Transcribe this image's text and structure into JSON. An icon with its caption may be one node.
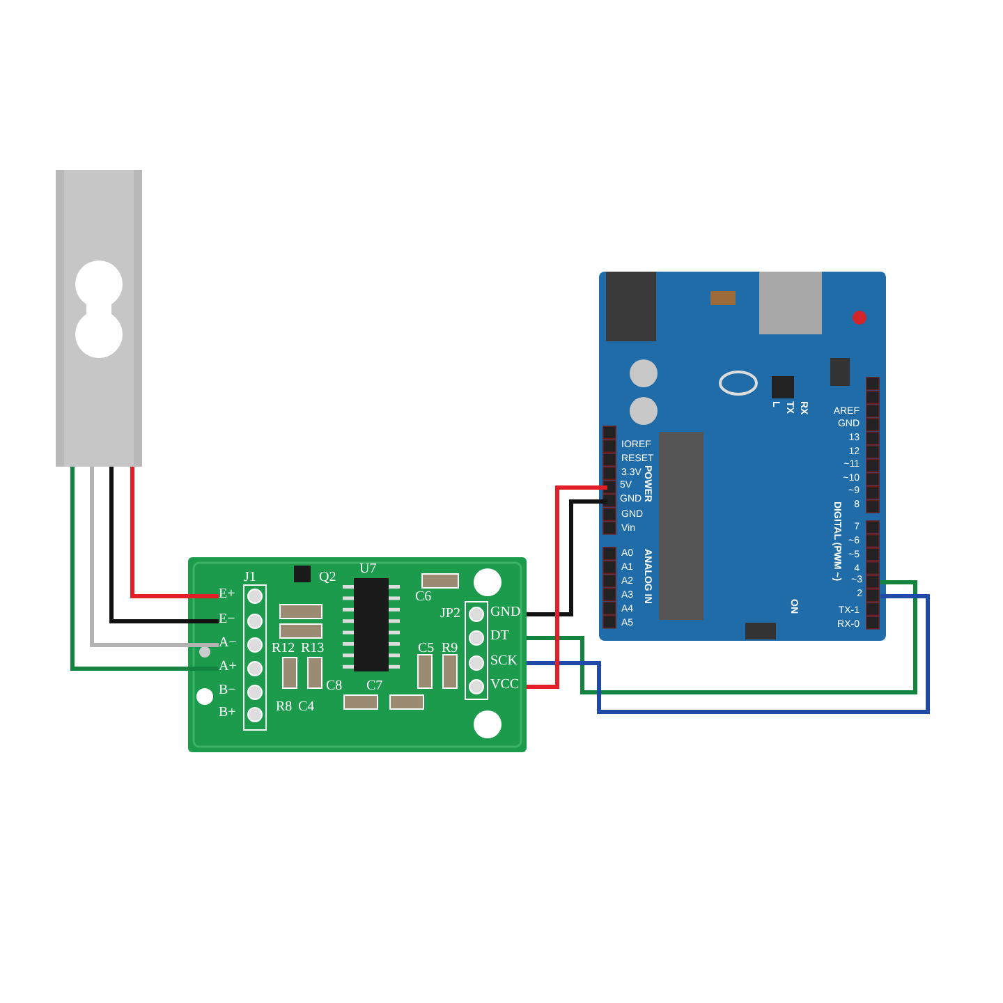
{
  "diagram": {
    "nodes": [
      {
        "text": [],
        "shape": "picture"
      },
      {
        "text": [],
        "shape": "box"
      },
      {
        "text": [
          "E+"
        ],
        "in": 1
      },
      {
        "text": [
          "E−"
        ],
        "in": 1
      },
      {
        "text": [
          "A−"
        ],
        "in": 1
      },
      {
        "text": [
          "A+"
        ],
        "in": 1
      },
      {
        "text": [
          "B−"
        ],
        "in": 1
      },
      {
        "text": [
          "B+"
        ],
        "in": 1
      },
      {
        "text": [
          "GND"
        ],
        "in": 1
      },
      {
        "text": [
          "DT"
        ],
        "in": 1
      },
      {
        "text": [
          "SCK"
        ],
        "in": 1
      },
      {
        "text": [
          "VCC"
        ],
        "in": 1
      },
      {
        "text": [],
        "shape": "box"
      },
      {
        "text": [
          "5V"
        ],
        "in": 12
      },
      {
        "text": [
          "GND"
        ],
        "in": 12
      },
      {
        "text": [
          "~3"
        ],
        "in": 12
      },
      {
        "text": [
          "2"
        ],
        "in": 12
      }
    ],
    "edges": [
      {
        "from": 0,
        "to": 2,
        "arrow": "none",
        "color": "#e21f26"
      },
      {
        "from": 0,
        "to": 3,
        "arrow": "none",
        "color": "#111111"
      },
      {
        "from": 0,
        "to": 4,
        "arrow": "none",
        "color": "#b3b3b3"
      },
      {
        "from": 0,
        "to": 5,
        "arrow": "none",
        "color": "#13843f"
      },
      {
        "from": 8,
        "to": 14,
        "arrow": "none",
        "color": "#111111"
      },
      {
        "from": 9,
        "to": 15,
        "arrow": "none",
        "color": "#13843f"
      },
      {
        "from": 10,
        "to": 16,
        "arrow": "none",
        "color": "#1f4aa8"
      },
      {
        "from": 11,
        "to": 13,
        "arrow": "none",
        "color": "#e21f26"
      }
    ],
    "labels": [
      "J1",
      "Q2",
      "U7",
      "C6",
      "JP2",
      "R12",
      "R13",
      "C5",
      "R9",
      "C8",
      "C7",
      "R8",
      "C4",
      "L",
      "TX",
      "RX",
      "AREF",
      "GND",
      "13",
      "12",
      "~11",
      "~10",
      "~9",
      "8",
      "IOREF",
      "RESET",
      "3.3V",
      "POWER",
      "GND",
      "Vin",
      "ANALOG IN",
      "A0",
      "A1",
      "A2",
      "A3",
      "A4",
      "A5",
      "DIGITAL (PWM ~)",
      "7",
      "~6",
      "~5",
      "4",
      "TX-1",
      "RX-0",
      "ON"
    ]
  }
}
